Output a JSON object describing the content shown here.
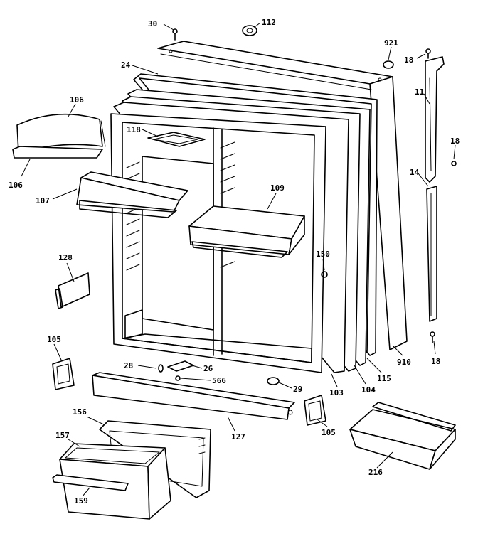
{
  "parts": [
    {
      "id": "p30",
      "label": "30"
    },
    {
      "id": "p112",
      "label": "112"
    },
    {
      "id": "p921",
      "label": "921"
    },
    {
      "id": "p24",
      "label": "24"
    },
    {
      "id": "p18a",
      "label": "18"
    },
    {
      "id": "p11",
      "label": "11"
    },
    {
      "id": "p106a",
      "label": "106"
    },
    {
      "id": "p106b",
      "label": "106"
    },
    {
      "id": "p118",
      "label": "118"
    },
    {
      "id": "p18b",
      "label": "18"
    },
    {
      "id": "p14",
      "label": "14"
    },
    {
      "id": "p107",
      "label": "107"
    },
    {
      "id": "p109",
      "label": "109"
    },
    {
      "id": "p128",
      "label": "128"
    },
    {
      "id": "p150",
      "label": "150"
    },
    {
      "id": "p105a",
      "label": "105"
    },
    {
      "id": "p910",
      "label": "910"
    },
    {
      "id": "p18c",
      "label": "18"
    },
    {
      "id": "p28",
      "label": "28"
    },
    {
      "id": "p26",
      "label": "26"
    },
    {
      "id": "p566",
      "label": "566"
    },
    {
      "id": "p115",
      "label": "115"
    },
    {
      "id": "p104",
      "label": "104"
    },
    {
      "id": "p29",
      "label": "29"
    },
    {
      "id": "p103",
      "label": "103"
    },
    {
      "id": "p105b",
      "label": "105"
    },
    {
      "id": "p156",
      "label": "156"
    },
    {
      "id": "p127",
      "label": "127"
    },
    {
      "id": "p157",
      "label": "157"
    },
    {
      "id": "p216",
      "label": "216"
    },
    {
      "id": "p159",
      "label": "159"
    }
  ]
}
